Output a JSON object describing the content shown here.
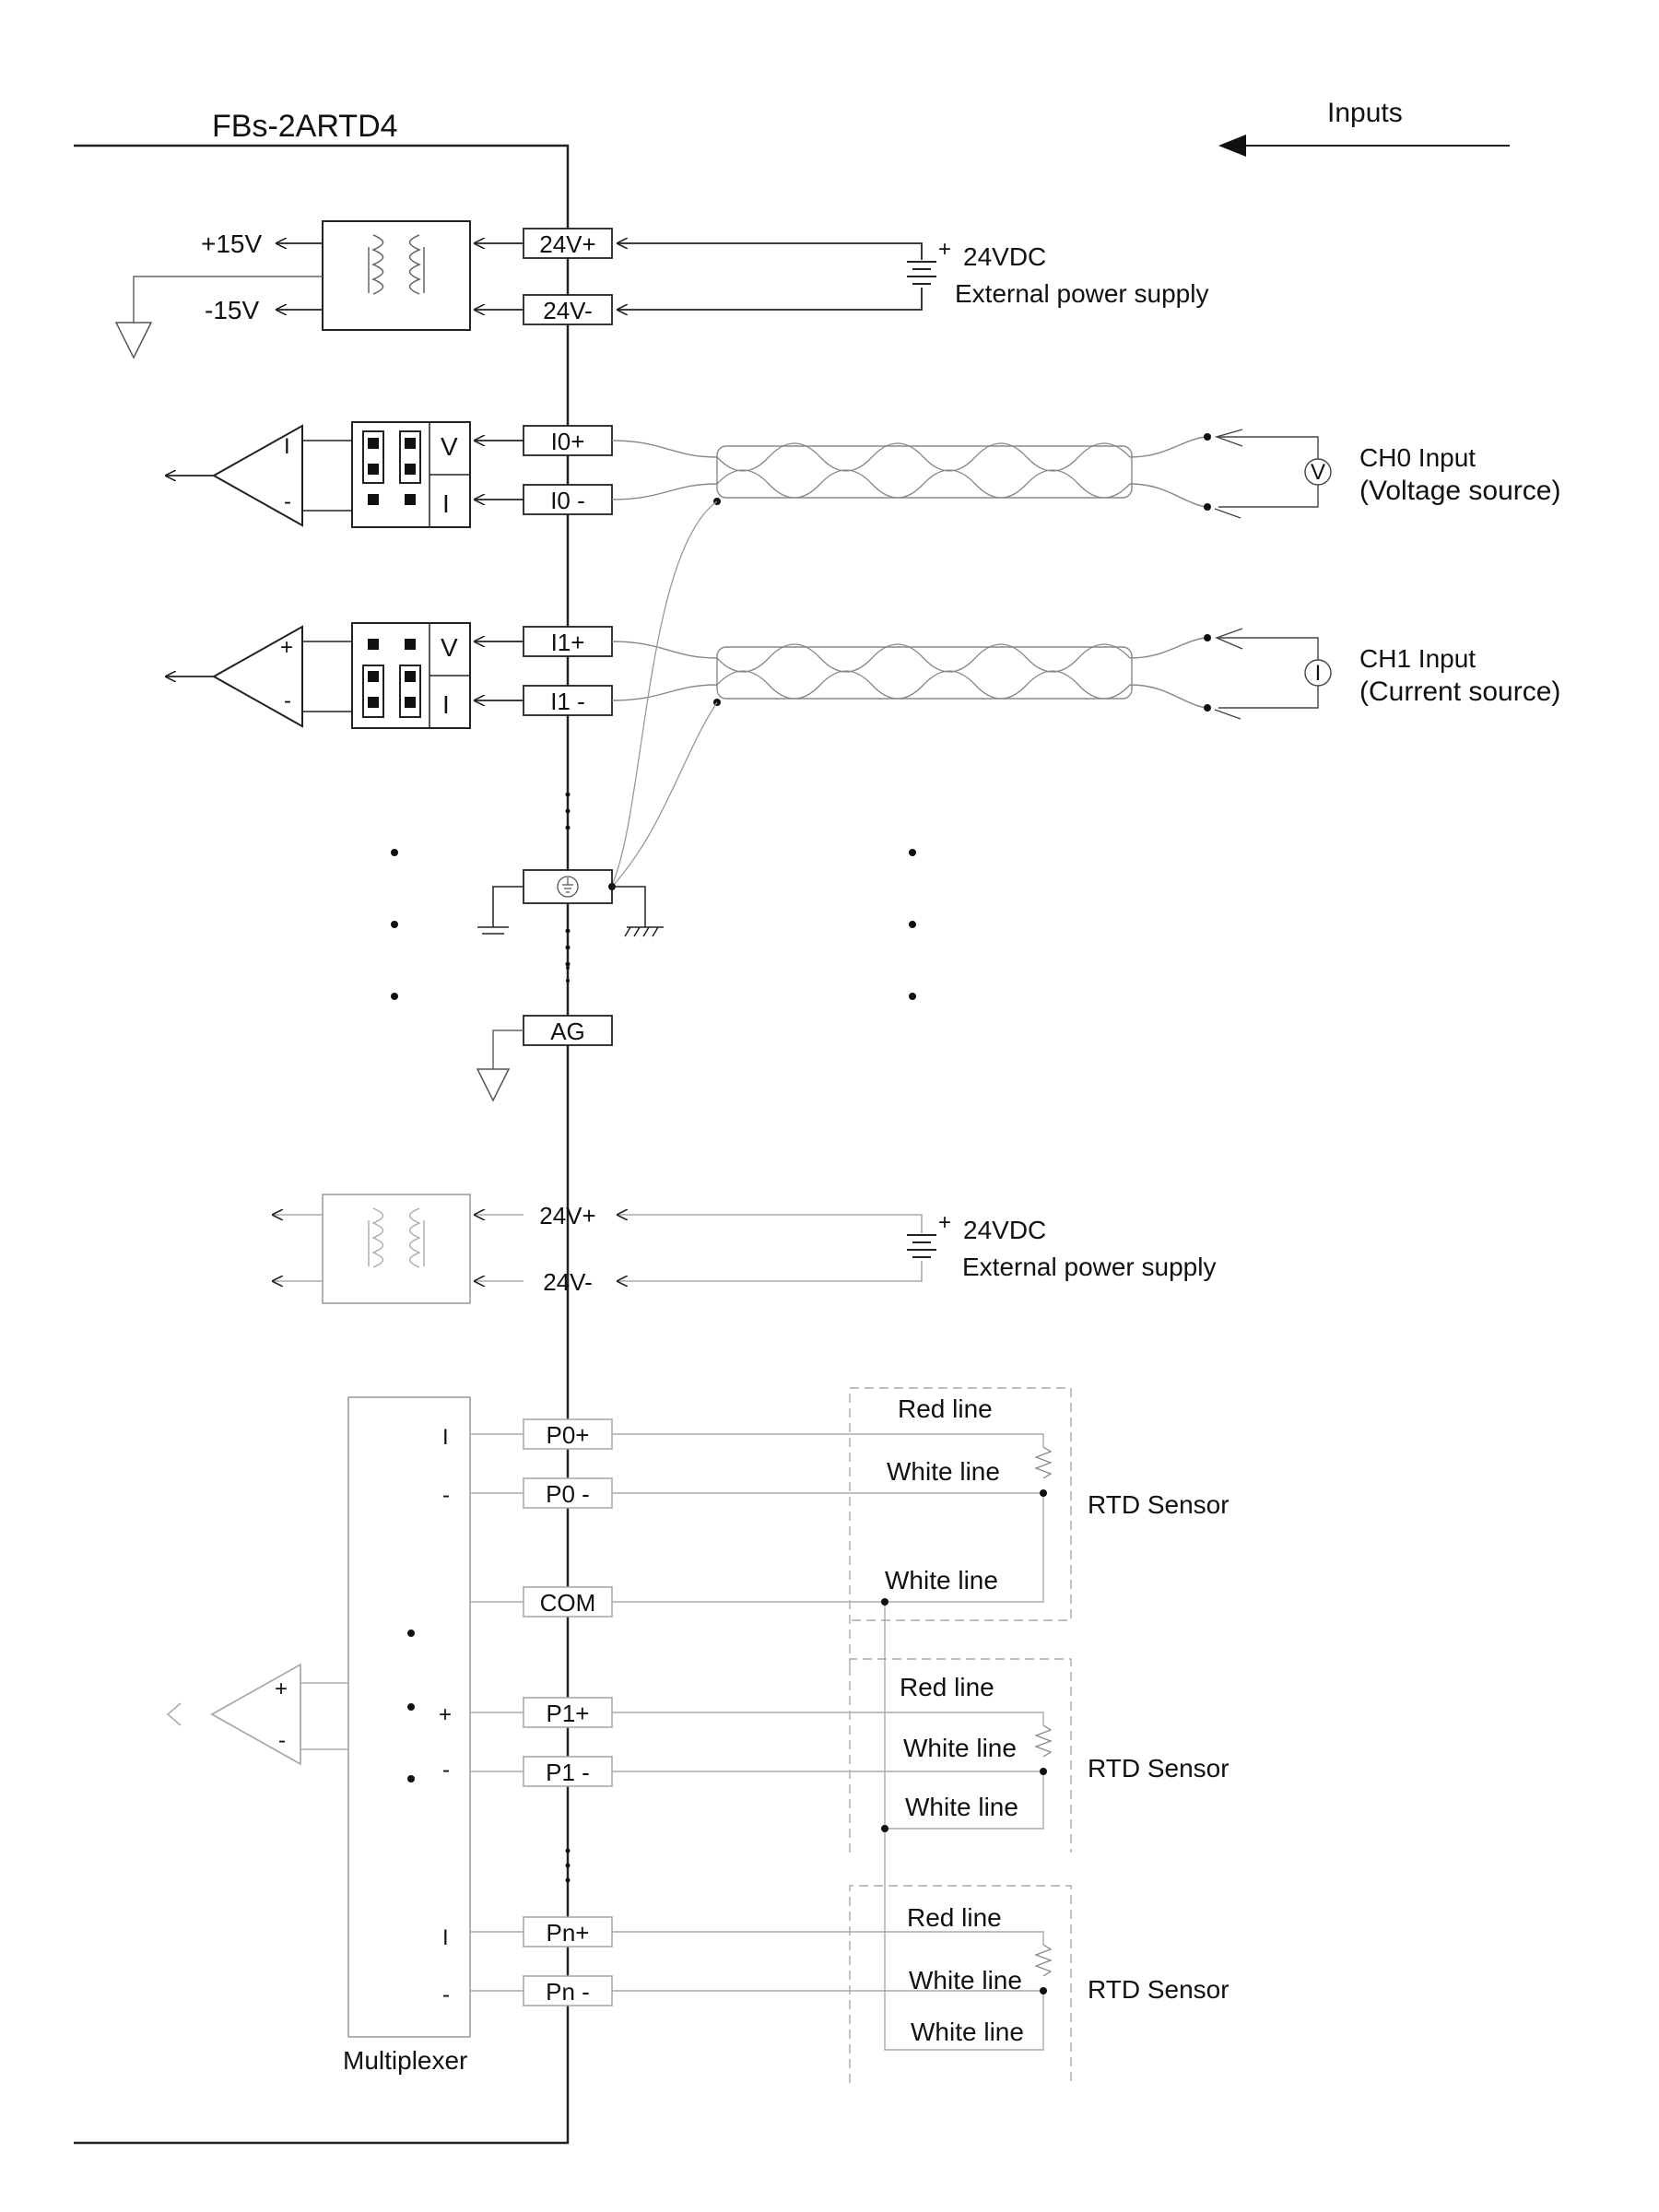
{
  "title": "FBs-2ARTD4",
  "inputs_label": "Inputs",
  "power": {
    "plus15": "+15V",
    "minus15": "-15V",
    "t_24v_plus": "24V+",
    "t_24v_minus": "24V-",
    "supply_voltage": "24VDC",
    "supply_name": "External power supply",
    "plus_sign": "+"
  },
  "channels": [
    {
      "tp": "I0+",
      "tn": "I0 -",
      "name": "CH0  Input",
      "type": "(Voltage source)",
      "meter": "V"
    },
    {
      "tp": "I1+",
      "tn": "I1 -",
      "name": "CH1  Input",
      "type": "(Current source)",
      "meter": "I"
    }
  ],
  "jumper_labels": {
    "v": "V",
    "i": "I"
  },
  "amp_marks": {
    "plus": "+",
    "minus": "-",
    "bar": "I"
  },
  "ag_label": "AG",
  "power2": {
    "t_24v_plus": "24V+",
    "t_24v_minus": "24V-",
    "supply_voltage": "24VDC",
    "supply_name": "External power supply",
    "plus_sign": "+"
  },
  "rtd": {
    "terminals": [
      {
        "p": "P0+",
        "n": "P0 -"
      },
      {
        "p": "P1+",
        "n": "P1 -"
      },
      {
        "p": "Pn+",
        "n": "Pn -"
      }
    ],
    "com": "COM",
    "red": "Red line",
    "white": "White line",
    "sensor": "RTD Sensor",
    "multiplexer": "Multiplexer"
  }
}
